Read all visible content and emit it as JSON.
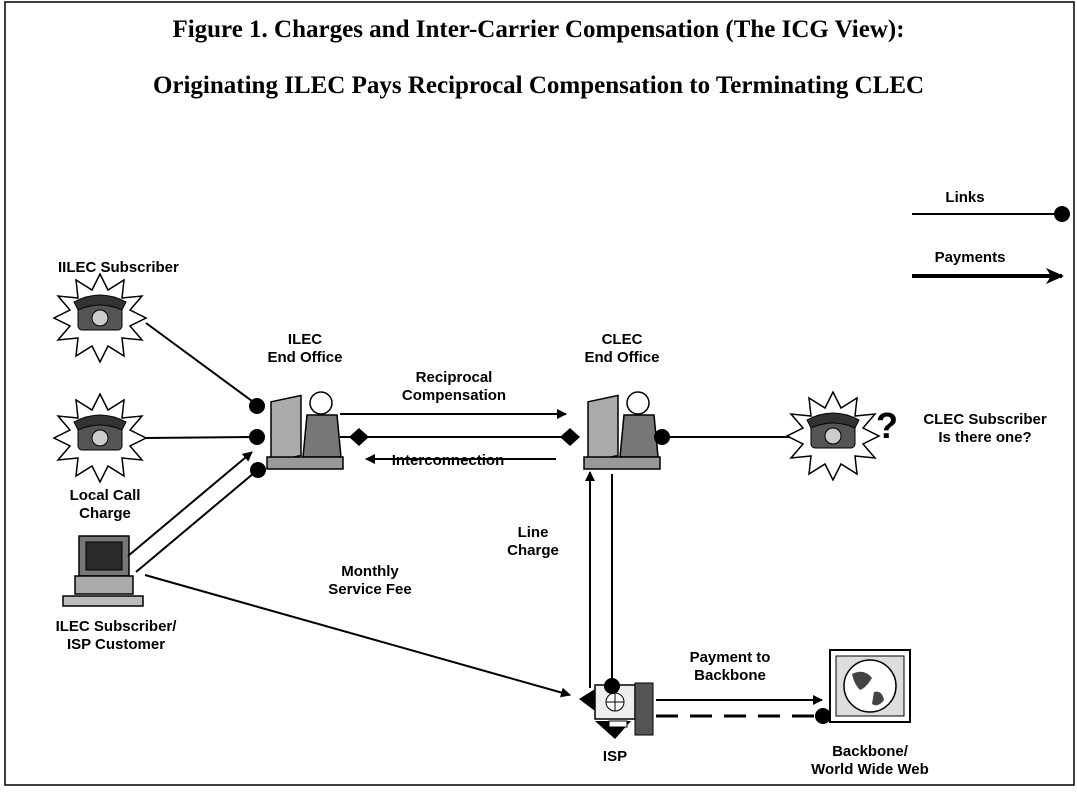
{
  "figure": {
    "title_line1": "Figure 1.  Charges and Inter-Carrier Compensation (The ICG View):",
    "title_line2": "Originating ILEC Pays Reciprocal Compensation to Terminating CLEC"
  },
  "legend": {
    "links_label": "Links",
    "payments_label": "Payments"
  },
  "nodes": {
    "ilec_subscriber": "IILEC Subscriber",
    "ilec_end_office": "ILEC\nEnd Office",
    "clec_end_office": "CLEC\nEnd Office",
    "clec_subscriber": "CLEC Subscriber\nIs there one?",
    "question_mark": "?",
    "isp_customer": "ILEC Subscriber/\nISP Customer",
    "isp": "ISP",
    "backbone": "Backbone/\nWorld Wide Web"
  },
  "edges": {
    "reciprocal_compensation": "Reciprocal\nCompensation",
    "interconnection": "Interconnection",
    "local_call_charge": "Local Call\nCharge",
    "line_charge": "Line\nCharge",
    "monthly_service_fee": "Monthly\nService Fee",
    "payment_to_backbone": "Payment to\nBackbone"
  },
  "colors": {
    "ink": "#000000",
    "device_gray": "#8a8a8a",
    "screen_dark": "#2a2a2a"
  }
}
